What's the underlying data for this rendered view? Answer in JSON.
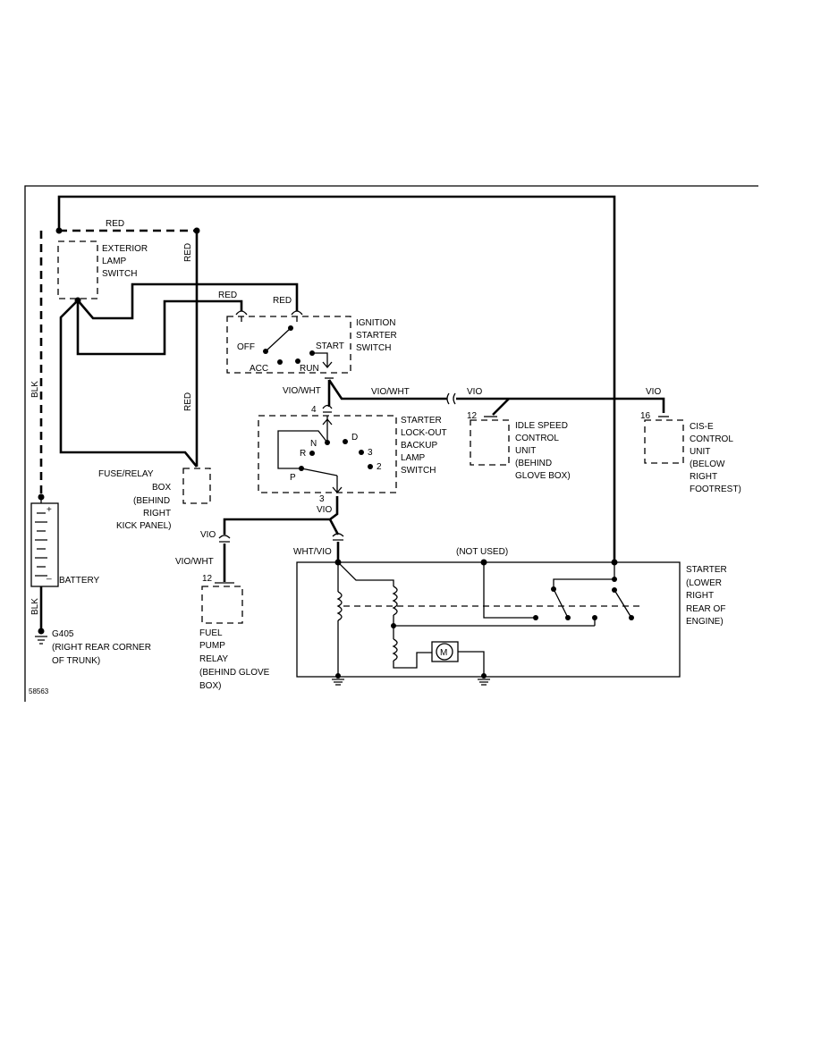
{
  "diagram_id": "58563",
  "wires": {
    "red_top": "RED",
    "red_vertical_upper": "RED",
    "red_vertical_lower": "RED",
    "red_ign_1": "RED",
    "red_ign_2": "RED",
    "blk_upper": "BLK",
    "blk_lower": "BLK",
    "vio_wht_ign": "VIO/WHT",
    "vio_wht_run": "VIO/WHT",
    "vio_idle": "VIO",
    "vio_cis": "VIO",
    "vio_lockout": "VIO",
    "vio_fuel": "VIO",
    "vio_wht_fuel": "VIO/WHT",
    "wht_vio_starter": "WHT/VIO",
    "not_used": "(NOT USED)"
  },
  "pins": {
    "lockout_in": "4",
    "lockout_out": "3",
    "idle": "12",
    "cis": "16",
    "fuel": "12"
  },
  "components": {
    "exterior_lamp_switch": [
      "EXTERIOR",
      "LAMP",
      "SWITCH"
    ],
    "ignition_switch": [
      "IGNITION",
      "STARTER",
      "SWITCH"
    ],
    "ignition_positions": {
      "off": "OFF",
      "start": "START",
      "acc": "ACC",
      "run": "RUN"
    },
    "lockout_switch": [
      "STARTER",
      "LOCK-OUT",
      "BACKUP",
      "LAMP",
      "SWITCH"
    ],
    "gear_positions": {
      "n": "N",
      "d": "D",
      "r": "R",
      "three": "3",
      "two": "2",
      "p": "P"
    },
    "idle_speed_unit": [
      "IDLE SPEED",
      "CONTROL",
      "UNIT",
      "(BEHIND",
      "GLOVE BOX)"
    ],
    "cis_unit": [
      "CIS-E",
      "CONTROL",
      "UNIT",
      "(BELOW",
      "RIGHT",
      "FOOTREST)"
    ],
    "fuse_box": [
      "FUSE/RELAY",
      "BOX",
      "(BEHIND",
      "RIGHT",
      "KICK PANEL)"
    ],
    "battery": {
      "label": "BATTERY",
      "plus": "+",
      "minus": "_"
    },
    "ground": [
      "G405",
      "(RIGHT REAR CORNER",
      "OF TRUNK)"
    ],
    "fuel_pump_relay": [
      "FUEL",
      "PUMP",
      "RELAY",
      "(BEHIND GLOVE",
      "BOX)"
    ],
    "starter": [
      "STARTER",
      "(LOWER",
      "RIGHT",
      "REAR OF",
      "ENGINE)"
    ],
    "motor": "M"
  }
}
